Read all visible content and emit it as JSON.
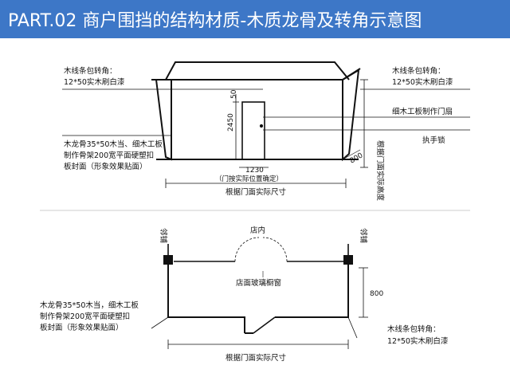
{
  "header": {
    "title": "PART.02 商户围挡的结构材质-木质龙骨及转角示意图"
  },
  "top_diagram": {
    "label_top_left": [
      "木线条包转角：",
      "12*50实木刷白漆"
    ],
    "label_top_right": [
      "木线条包转角：",
      "12*50实木刷白漆"
    ],
    "label_left_mid": [
      "木龙骨35*50木当、细木工板",
      "制作骨架200宽平面硬塑扣",
      "板封面（形象效果贴面）"
    ],
    "label_door_frame": "细木工板制作门扇",
    "label_handle": "执手锁",
    "dim_50": "50",
    "dim_2450": "2450",
    "dim_1230": "1230",
    "note_door": "（门按实际位置确定）",
    "dim_800": "800",
    "bottom_caption": "根据门面实际尺寸",
    "right_vertical": "根据门面实际高度"
  },
  "bottom_diagram": {
    "left_neighbor": "邻铺",
    "right_neighbor": "邻铺",
    "inside_label": "店内",
    "window_label": "店面玻璃橱窗",
    "dim_800": "800",
    "label_left": [
      "木龙骨35*50木当，细木工板",
      "制作骨架200宽平面硬塑扣",
      "板封面（形象效果贴面）"
    ],
    "label_right": [
      "木线条包转角：",
      "12*50实木刷白漆"
    ],
    "bottom_caption": "根据门面实际尺寸"
  }
}
